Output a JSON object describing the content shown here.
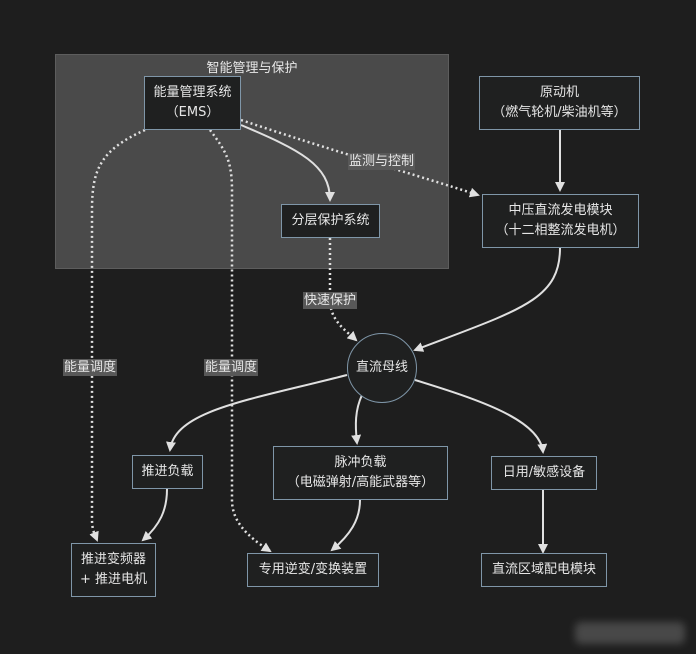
{
  "diagram": {
    "cluster": {
      "title": "智能管理与保护"
    },
    "nodes": {
      "ems": {
        "line1": "能量管理系统",
        "line2": "（EMS）"
      },
      "protection": {
        "line1": "分层保护系统"
      },
      "prime_mover": {
        "line1": "原动机",
        "line2": "（燃气轮机/柴油机等）"
      },
      "generator": {
        "line1": "中压直流发电模块",
        "line2": "（十二相整流发电机）"
      },
      "dc_bus": {
        "line1": "直流母线"
      },
      "propulsion_load": {
        "line1": "推进负载"
      },
      "pulse_load": {
        "line1": "脉冲负载",
        "line2": "（电磁弹射/高能武器等）"
      },
      "daily_load": {
        "line1": "日用/敏感设备"
      },
      "propulsion_drive": {
        "line1": "推进变频器",
        "line2": "+ 推进电机"
      },
      "inverter": {
        "line1": "专用逆变/变换装置"
      },
      "zonal": {
        "line1": "直流区域配电模块"
      }
    },
    "edge_labels": {
      "monitor_control": "监测与控制",
      "fast_protect": "快速保护",
      "energy_dispatch_1": "能量调度",
      "energy_dispatch_2": "能量调度"
    },
    "edges": [
      {
        "from": "prime_mover",
        "to": "generator",
        "style": "solid"
      },
      {
        "from": "generator",
        "to": "dc_bus",
        "style": "solid"
      },
      {
        "from": "ems",
        "to": "protection",
        "style": "solid"
      },
      {
        "from": "ems",
        "to": "generator",
        "style": "dotted",
        "label": "监测与控制"
      },
      {
        "from": "protection",
        "to": "dc_bus",
        "style": "dotted",
        "label": "快速保护"
      },
      {
        "from": "dc_bus",
        "to": "propulsion_load",
        "style": "solid"
      },
      {
        "from": "dc_bus",
        "to": "pulse_load",
        "style": "solid"
      },
      {
        "from": "dc_bus",
        "to": "daily_load",
        "style": "solid"
      },
      {
        "from": "propulsion_load",
        "to": "propulsion_drive",
        "style": "solid"
      },
      {
        "from": "pulse_load",
        "to": "inverter",
        "style": "solid"
      },
      {
        "from": "daily_load",
        "to": "zonal",
        "style": "solid"
      },
      {
        "from": "ems",
        "to": "propulsion_drive",
        "style": "dotted",
        "label": "能量调度"
      },
      {
        "from": "ems",
        "to": "inverter",
        "style": "dotted",
        "label": "能量调度"
      }
    ],
    "colors": {
      "background": "#1e1e1e",
      "cluster_fill": "#4a4a4a",
      "node_fill": "#1f2020",
      "node_border": "#7f96a8",
      "edge": "#e0e0e0"
    }
  }
}
